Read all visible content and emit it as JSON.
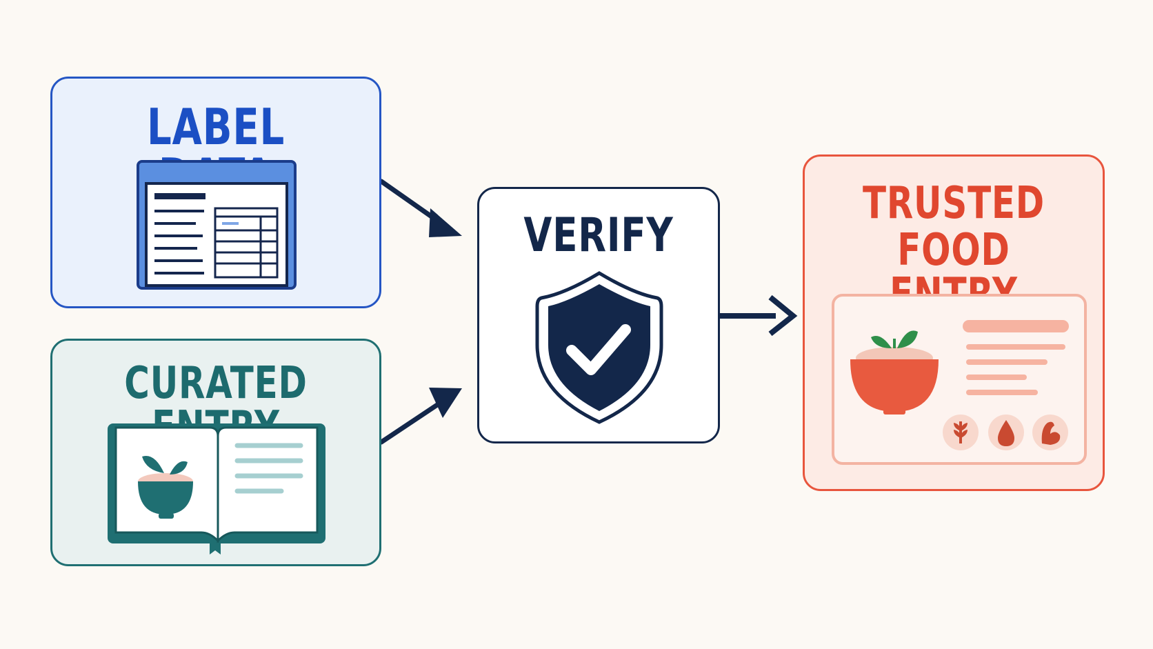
{
  "nodes": {
    "label_data": {
      "title": "LABEL DATA",
      "color": "#1b4fc4"
    },
    "curated_entry": {
      "title": "CURATED ENTRY",
      "color": "#1d6b6e"
    },
    "verify": {
      "title": "VERIFY",
      "color": "#13274a"
    },
    "trusted_food_entry": {
      "title_line1": "TRUSTED",
      "title_line2": "FOOD ENTRY",
      "color": "#e0472f"
    }
  },
  "icons": {
    "label_data": "nutrition-label-icon",
    "curated_entry": "open-book-icon",
    "verify": "shield-check-icon",
    "trusted_food_entry": "food-card-icon",
    "badges": [
      "wheat-icon",
      "drop-icon",
      "muscle-icon"
    ]
  },
  "edges": [
    {
      "from": "label_data",
      "to": "verify"
    },
    {
      "from": "curated_entry",
      "to": "verify"
    },
    {
      "from": "verify",
      "to": "trusted_food_entry"
    }
  ]
}
